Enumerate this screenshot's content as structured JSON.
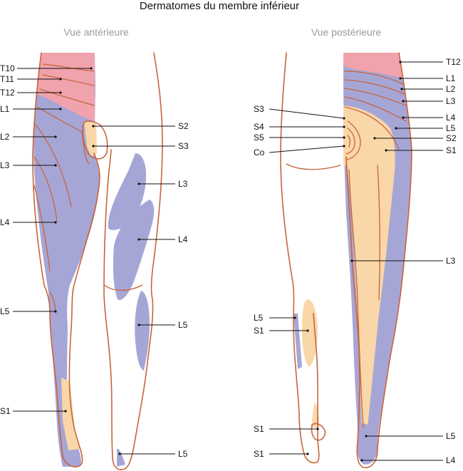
{
  "title": "Dermatomes du membre inférieur",
  "views": {
    "anterior": "Vue antérieure",
    "posterior": "Vue postérieure"
  },
  "colors": {
    "pink": "#f0a3ac",
    "lavender": "#a6a6d6",
    "peach": "#f9d7a8",
    "outline": "#c8643c"
  },
  "labels": {
    "ant_T10": "T10",
    "ant_T11": "T11",
    "ant_T12": "T12",
    "ant_L1": "L1",
    "ant_L2": "L2",
    "ant_L3": "L3",
    "ant_L4": "L4",
    "ant_L5": "L5",
    "ant_S1": "S1",
    "ant_S2r": "S2",
    "ant_S3r": "S3",
    "ant_L3r": "L3",
    "ant_L4r": "L4",
    "ant_L5r": "L5",
    "ant_L5foot": "L5",
    "post_S3": "S3",
    "post_S4": "S4",
    "post_S5": "S5",
    "post_Co": "Co",
    "post_L5l": "L5",
    "post_S1l": "S1",
    "post_S1ankle": "S1",
    "post_S1foot": "S1",
    "post_T12": "T12",
    "post_L1": "L1",
    "post_L2": "L2",
    "post_L3": "L3",
    "post_L4": "L4",
    "post_L5": "L5",
    "post_S2": "S2",
    "post_S1": "S1",
    "post_L3mid": "L3",
    "post_L5foot": "L5",
    "post_L4foot": "L4"
  }
}
